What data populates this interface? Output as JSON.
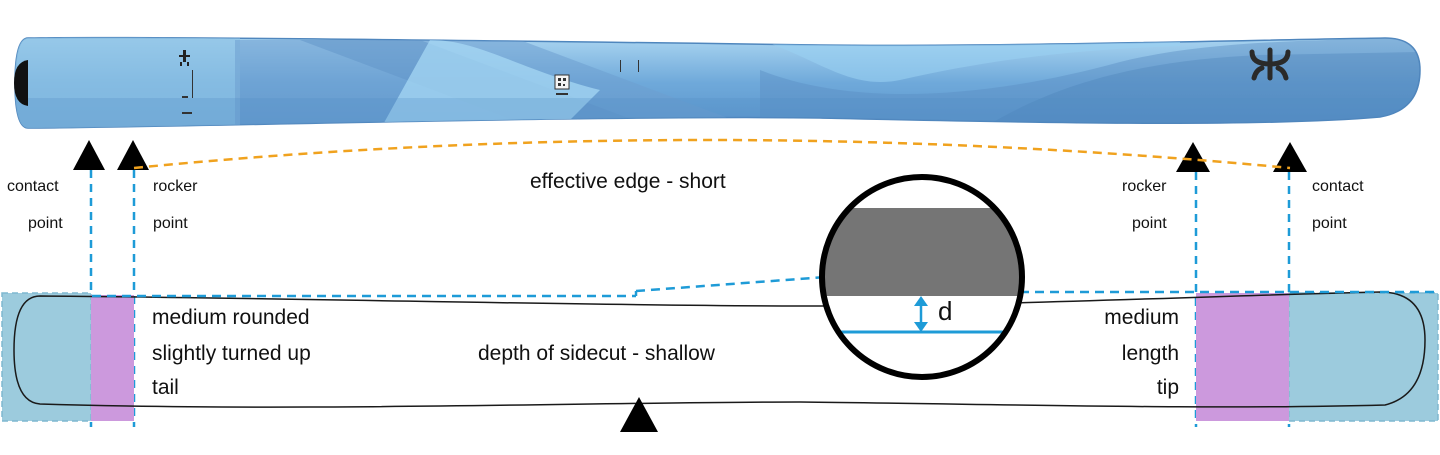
{
  "colors": {
    "ski_light": "#8cc4e8",
    "ski_mid": "#5b9bd0",
    "ski_dark": "#3f7cb8",
    "guide_blue": "#1e9bd7",
    "effective_edge_orange": "#f0a21e",
    "tail_tip_fill": "#9ccbdd",
    "rocker_zone_fill": "#cc99dd",
    "edge_profile_gray": "#757575",
    "marker_black": "#000000"
  },
  "labels": {
    "left_contact": [
      "contact",
      "point"
    ],
    "left_rocker": [
      "rocker",
      "point"
    ],
    "right_rocker": [
      "rocker",
      "point"
    ],
    "right_contact": [
      "contact",
      "point"
    ],
    "effective_edge": "effective edge - short",
    "tail_description": [
      "medium rounded",
      "slightly turned up",
      "tail"
    ],
    "sidecut_depth": "depth of sidecut - shallow",
    "tip_description": [
      "medium",
      "length",
      "tip"
    ],
    "depth_symbol": "d"
  },
  "icons": {
    "brand_logo": "stylized-brand-logo-icon",
    "qr_code": "qr-code-icon",
    "markers": "triangle-marker-icon"
  }
}
